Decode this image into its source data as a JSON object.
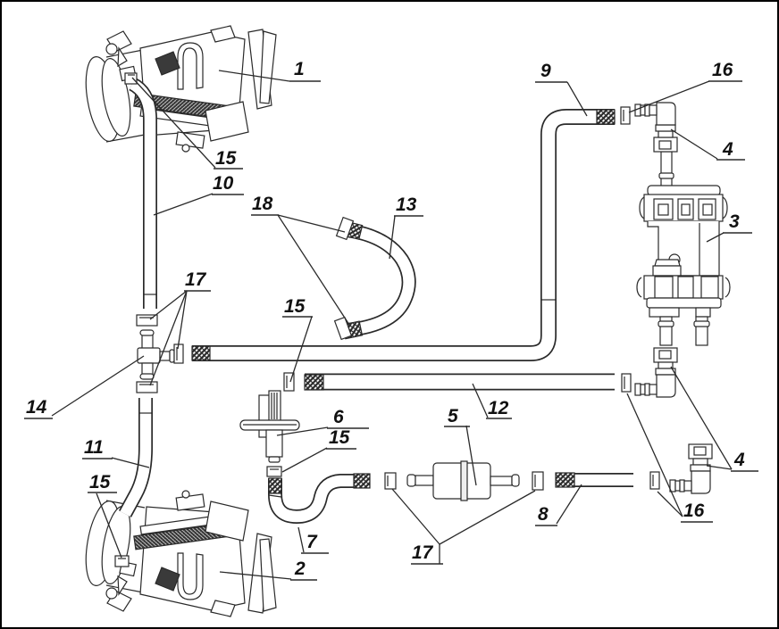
{
  "figure": {
    "kind": "exploded-hose-routing-diagram",
    "background": "#ffffff",
    "line_color": "#2a2a2a",
    "label_color": "#111111"
  },
  "callouts": [
    {
      "text": "1"
    },
    {
      "text": "15"
    },
    {
      "text": "10"
    },
    {
      "text": "18"
    },
    {
      "text": "13"
    },
    {
      "text": "9"
    },
    {
      "text": "16"
    },
    {
      "text": "4"
    },
    {
      "text": "3"
    },
    {
      "text": "17"
    },
    {
      "text": "15"
    },
    {
      "text": "14"
    },
    {
      "text": "12"
    },
    {
      "text": "6"
    },
    {
      "text": "15"
    },
    {
      "text": "5"
    },
    {
      "text": "11"
    },
    {
      "text": "15"
    },
    {
      "text": "7"
    },
    {
      "text": "2"
    },
    {
      "text": "8"
    },
    {
      "text": "17"
    },
    {
      "text": "16"
    },
    {
      "text": "4"
    }
  ]
}
